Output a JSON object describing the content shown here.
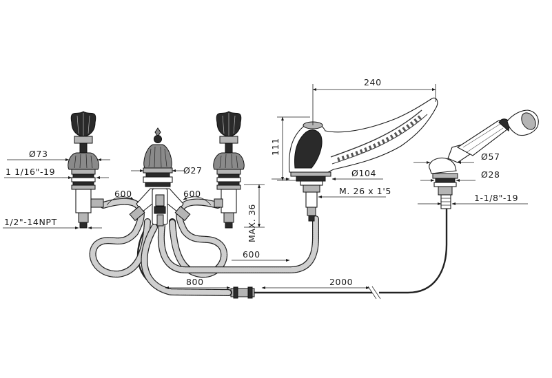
{
  "dimensions": {
    "d73": "Ø73",
    "thread_valve": "1 1/16\"-19",
    "thread_npt": "1/2\"-14NPT",
    "hose_left": "600",
    "hose_right": "600",
    "d27": "Ø27",
    "max36": "MAX. 36",
    "height111": "111",
    "spout240": "240",
    "d104": "Ø104",
    "thread_m26": "M. 26 x 1'5",
    "d57": "Ø57",
    "d28": "Ø28",
    "thread_shower": "1-1/8\"-19",
    "hose_spout": "600",
    "hose_800": "800",
    "hose_2000": "2000"
  }
}
